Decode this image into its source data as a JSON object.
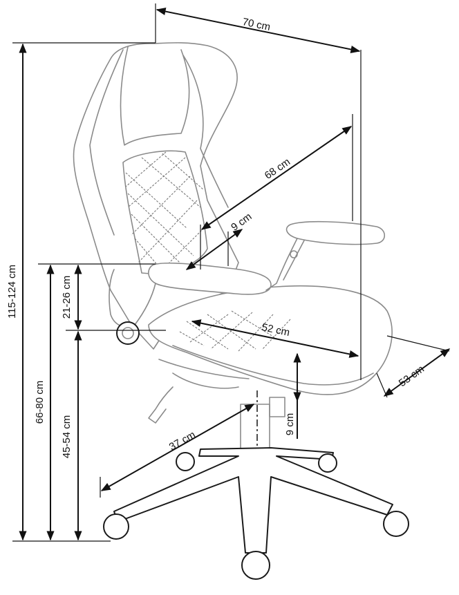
{
  "dimensions": {
    "overall_width": "70 cm",
    "backrest_height": "68 cm",
    "backrest_depth": "9 cm",
    "armrest_height_range": "21-26 cm",
    "seat_depth": "52 cm",
    "seat_width": "53 cm",
    "overall_height": "115-124 cm",
    "armrest_floor_height": "66-80 cm",
    "seat_height": "45-54 cm",
    "seat_thickness": "9 cm",
    "base_radius": "37 cm"
  },
  "colors": {
    "outline": "#8a8a8a",
    "dimension_lines": "#111111"
  }
}
